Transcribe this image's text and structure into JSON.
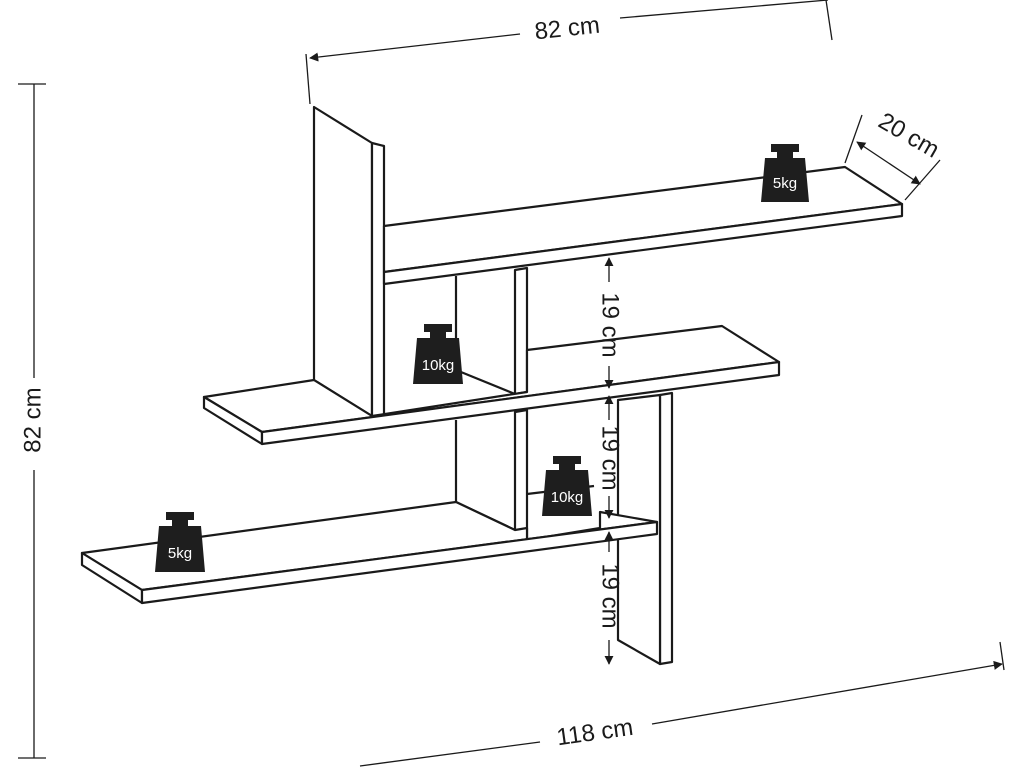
{
  "dimensions": {
    "top_width": "82 cm",
    "depth": "20 cm",
    "height": "82 cm",
    "bottom_width": "118 cm",
    "spacing_upper": "19 cm",
    "spacing_middle": "19 cm",
    "spacing_lower": "19 cm"
  },
  "weights": {
    "top_shelf": "5kg",
    "middle_compartment": "10kg",
    "lower_compartment": "10kg",
    "bottom_shelf": "5kg"
  },
  "colors": {
    "outline": "#1a1a1a",
    "panel_fill": "#ffffff",
    "weight_fill": "#1e1e1e"
  }
}
